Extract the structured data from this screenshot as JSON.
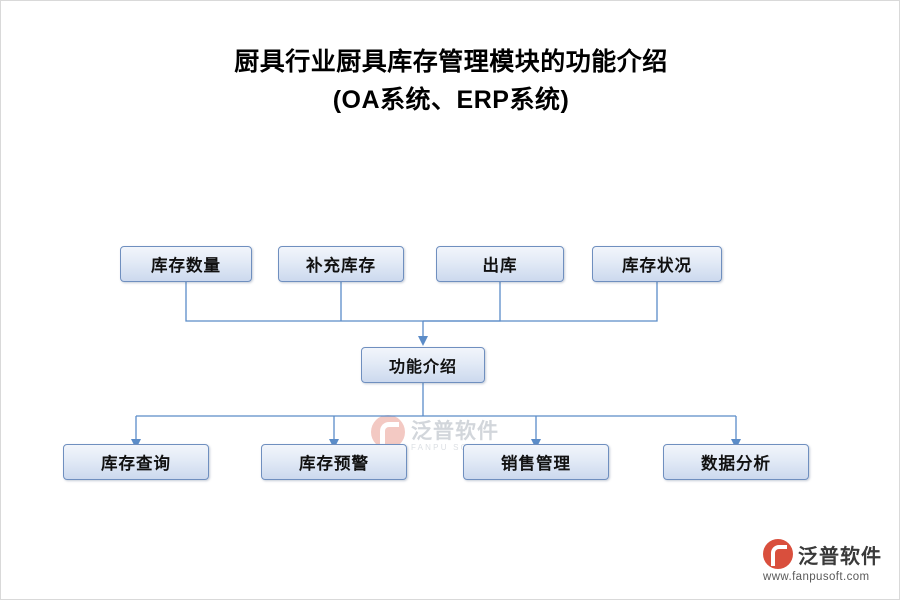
{
  "title": {
    "line1": "厨具行业厨具库存管理模块的功能介绍",
    "line2": "(OA系统、ERP系统)"
  },
  "diagram": {
    "type": "flowchart",
    "center": {
      "label": "功能介绍"
    },
    "top_nodes": [
      {
        "label": "库存数量"
      },
      {
        "label": "补充库存"
      },
      {
        "label": "出库"
      },
      {
        "label": "库存状况"
      }
    ],
    "bottom_nodes": [
      {
        "label": "库存查询"
      },
      {
        "label": "库存预警"
      },
      {
        "label": "销售管理"
      },
      {
        "label": "数据分析"
      }
    ],
    "colors": {
      "node_border": "#6f8fbf",
      "node_fill_top": "#f2f5fb",
      "node_fill_bottom": "#ccd9ee",
      "connector": "#5b8cc8",
      "text": "#111111"
    }
  },
  "watermark_center": {
    "name": "泛普软件",
    "sub": "FANPU SOFTWARE"
  },
  "watermark_corner": {
    "name": "泛普软件",
    "url": "www.fanpusoft.com"
  }
}
